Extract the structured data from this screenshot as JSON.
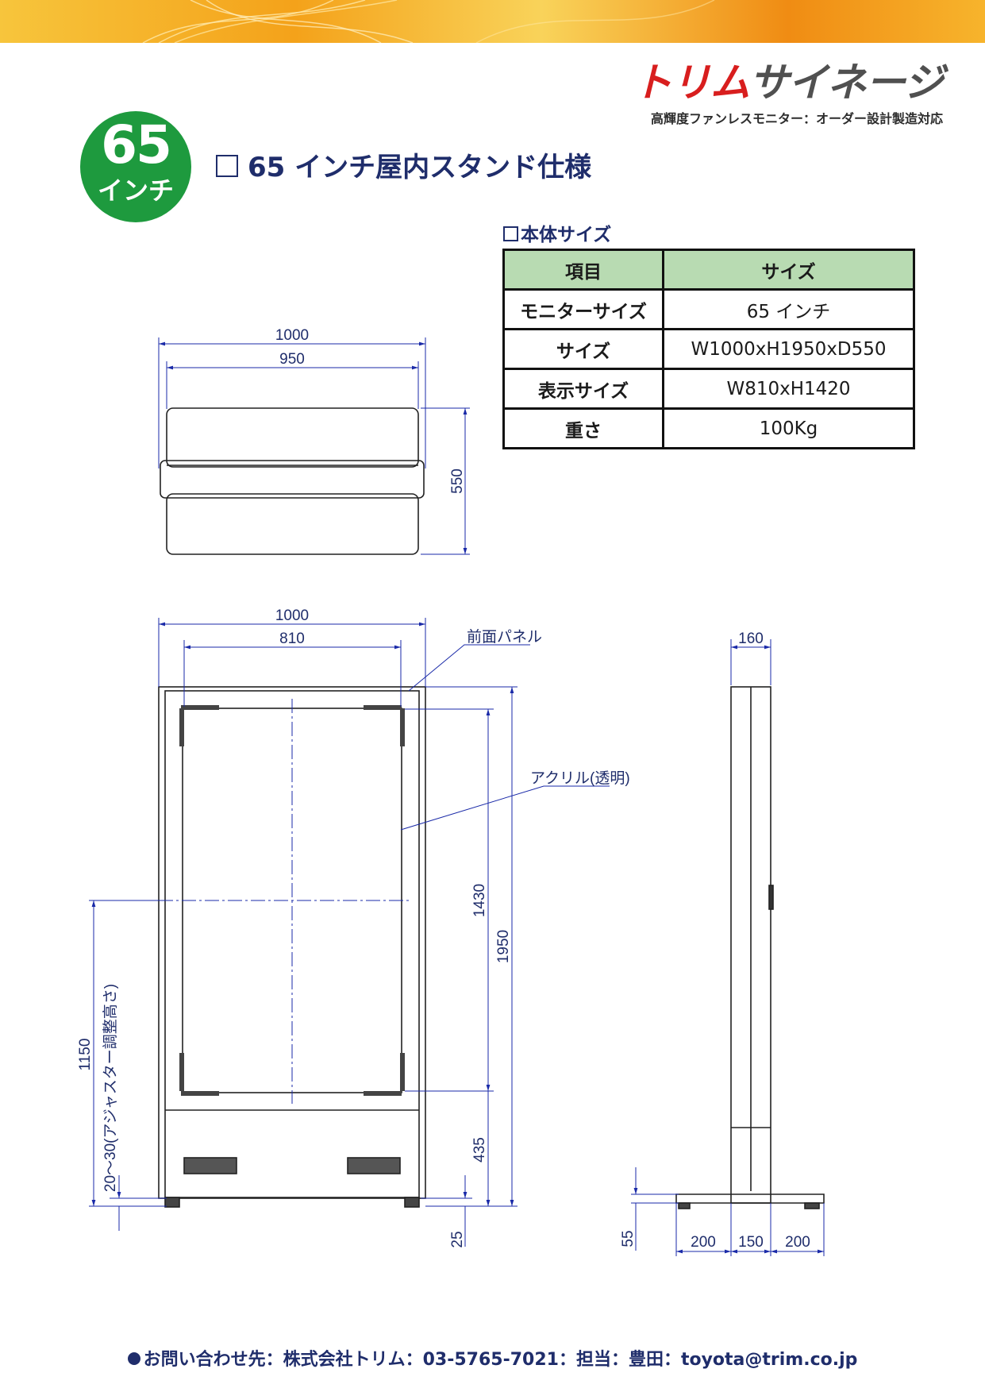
{
  "brand": {
    "logo_red": "トリム",
    "logo_gray": "サイネージ",
    "tagline": "高輝度ファンレスモニター：オーダー設計製造対応"
  },
  "badge": {
    "number": "65",
    "unit": "インチ"
  },
  "title": "65 インチ屋内スタンド仕様",
  "spec": {
    "heading": "本体サイズ",
    "headers": [
      "項目",
      "サイズ"
    ],
    "rows": [
      [
        "モニターサイズ",
        "65 インチ"
      ],
      [
        "サイズ",
        "W1000xH1950xD550"
      ],
      [
        "表示サイズ",
        "W810xH1420"
      ],
      [
        "重さ",
        "100Kg"
      ]
    ]
  },
  "top_view": {
    "width_outer": "1000",
    "width_inner": "950",
    "depth": "550"
  },
  "front_view": {
    "width_outer": "1000",
    "width_display": "810",
    "label_front_panel": "前面パネル",
    "label_acrylic": "アクリル(透明)",
    "height_display": "1430",
    "height_total": "1950",
    "height_bottom": "435",
    "height_center": "1150",
    "adjuster_note": "20〜30(アジャスター調整高さ)",
    "foot_height": "25"
  },
  "side_view": {
    "depth": "160",
    "base_height": "55",
    "base_left": "200",
    "base_mid": "150",
    "base_right": "200"
  },
  "footer": {
    "contact": "お問い合わせ先：株式会社トリム：03-5765-7021：担当：豊田：toyota@trim.co.jp"
  },
  "colors": {
    "banner": "#f4a21a",
    "badge": "#1e9a3e",
    "navy": "#1f2d6b",
    "table_header": "#b8dbb2",
    "dimension": "#1a2aa8"
  }
}
